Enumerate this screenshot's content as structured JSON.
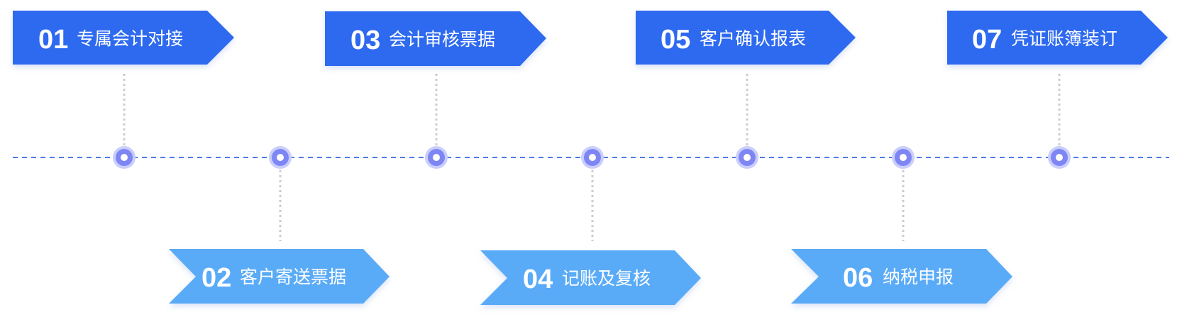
{
  "process": {
    "steps": [
      {
        "number": "01",
        "label": "专属会计对接"
      },
      {
        "number": "02",
        "label": "客户寄送票据"
      },
      {
        "number": "03",
        "label": "会计审核票据"
      },
      {
        "number": "04",
        "label": "记账及复核"
      },
      {
        "number": "05",
        "label": "客户确认报表"
      },
      {
        "number": "06",
        "label": "纳税申报"
      },
      {
        "number": "07",
        "label": "凭证账簿装订"
      }
    ]
  },
  "colors": {
    "top_arrow": "#2F6BF0",
    "bottom_arrow": "#5AABF7",
    "node_ring": "#7E86F5",
    "node_outer": "#C9CEFB",
    "timeline": "#4A7BE8",
    "connector": "#CCCCCC",
    "text": "#FFFFFF"
  }
}
